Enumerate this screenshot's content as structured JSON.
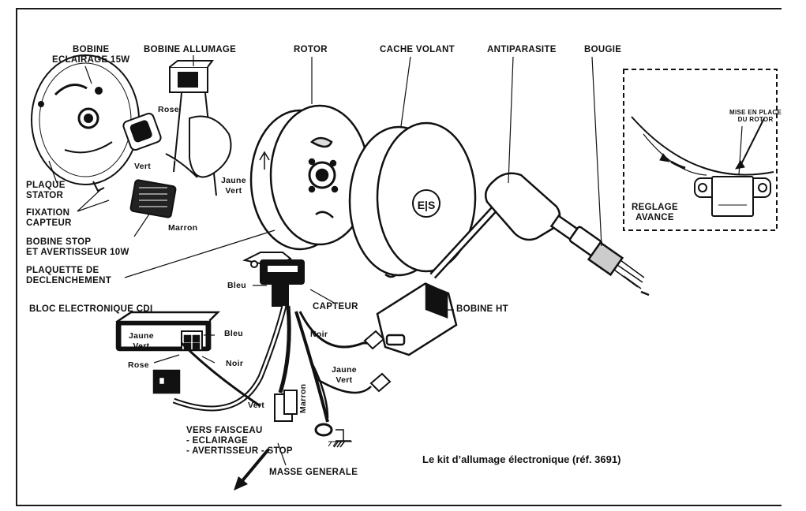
{
  "caption": "Le kit d’allumage électronique (réf. 3691)",
  "labels": {
    "bobine_eclairage": [
      "BOBINE",
      "ECLAIRAGE 15W"
    ],
    "bobine_allumage": "BOBINE ALLUMAGE",
    "rotor": "ROTOR",
    "cache_volant": "CACHE VOLANT",
    "antiparasite": "ANTIPARASITE",
    "bougie": "BOUGIE",
    "rose_top": "Rose",
    "vert_top": "Vert",
    "jaune_vert_top": [
      "Jaune",
      "Vert"
    ],
    "marron_top": "Marron",
    "plaque_stator": [
      "PLAQUE",
      "STATOR"
    ],
    "fixation_capteur": [
      "FIXATION",
      "CAPTEUR"
    ],
    "bobine_stop": [
      "BOBINE STOP",
      "ET AVERTISSEUR 10W"
    ],
    "plaquette": [
      "PLAQUETTE DE",
      "DECLENCHEMENT"
    ],
    "bleu_capteur": "Bleu",
    "capteur": "CAPTEUR",
    "bloc_cdi": "BLOC ELECTRONIQUE CDI",
    "cdi_jaune_vert": [
      "Jaune",
      "Vert"
    ],
    "cdi_bleu": "Bleu",
    "cdi_noir": "Noir",
    "cdi_rose": "Rose",
    "noir_wire": "Noir",
    "bobine_ht": "BOBINE HT",
    "jaune_vert_bottom": [
      "Jaune",
      "Vert"
    ],
    "vert_bottom": "Vert",
    "marron_bottom": "Marron",
    "vers_faisceau": [
      "VERS FAISCEAU",
      "- ECLAIRAGE",
      "- AVERTISSEUR - STOP"
    ],
    "masse_generale": "MASSE GENERALE",
    "mise_en_place": [
      "MISE EN PLACE",
      "DU ROTOR"
    ],
    "reglage_avance": [
      "REGLAGE",
      "AVANCE"
    ],
    "cover_mark": "E|S"
  },
  "colors": {
    "ink": "#111111",
    "paper": "#ffffff"
  }
}
